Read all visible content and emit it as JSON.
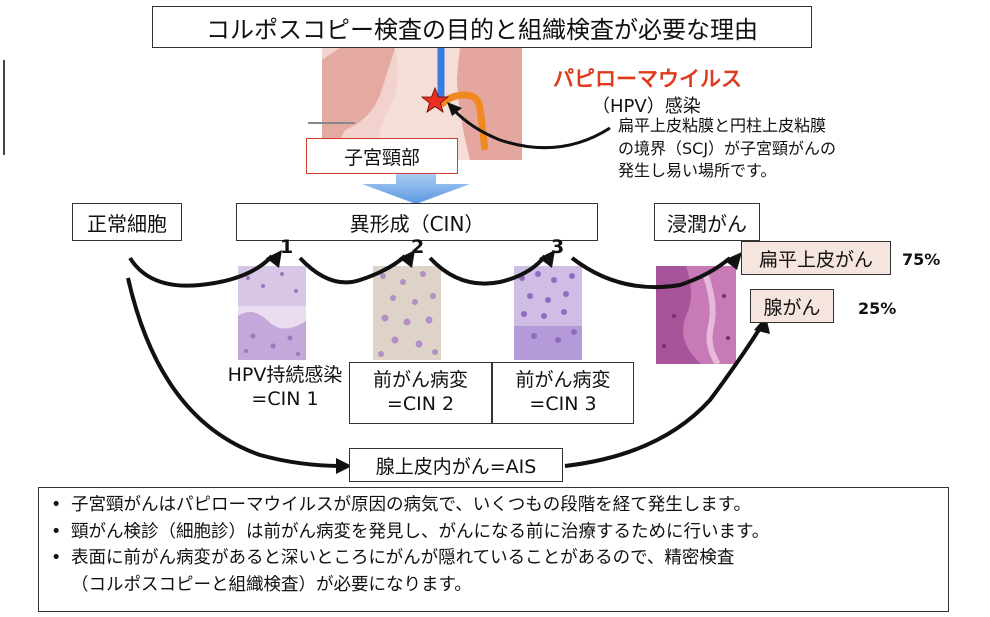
{
  "title": "コルポスコピー検査の目的と組織検査が必要な理由",
  "hpv": {
    "name": "パピローマウイルス",
    "infection": "（HPV）感染"
  },
  "scj_note": {
    "line1": "扁平上皮粘膜と円柱上皮粘膜",
    "line2": "の境界（SCJ）が子宮頸がんの",
    "line3": "発生し易い場所です。"
  },
  "cervix_label": "子宮頸部",
  "stages": {
    "normal": "正常細胞",
    "dysplasia": "異形成（CIN）",
    "invasive": "浸潤がん",
    "num1": "1",
    "num2": "2",
    "num3": "3"
  },
  "cin1": {
    "line1": "HPV持続感染",
    "line2": "=CIN 1"
  },
  "cin2": {
    "line1": "前がん病変",
    "line2": "=CIN 2"
  },
  "cin3": {
    "line1": "前がん病変",
    "line2": "=CIN 3"
  },
  "ais": "腺上皮内がん=AIS",
  "outcomes": {
    "squamous": "扁平上皮がん",
    "squamous_pct": "75%",
    "adeno": "腺がん",
    "adeno_pct": "25%"
  },
  "bullets": {
    "item1": "子宮頸がんはパピローマウイルスが原因の病気で、いくつもの段階を経て発生します。",
    "item2": "頸がん検診（細胞診）は前がん病変を発見し、がんになる前に治療するために行います。",
    "item3_line1": "表面に前がん病変があると深いところにがんが隠れていることがあるので、精密検査",
    "item3_line2": "（コルポスコピーと組織検査）が必要になります。",
    "marker": "•"
  },
  "colors": {
    "hpv_red": "#e03a1e",
    "blue_arrow": "#6aa6e8",
    "outcome_fill": "#f6e4df",
    "tissue_purple": "#b79ad0"
  }
}
